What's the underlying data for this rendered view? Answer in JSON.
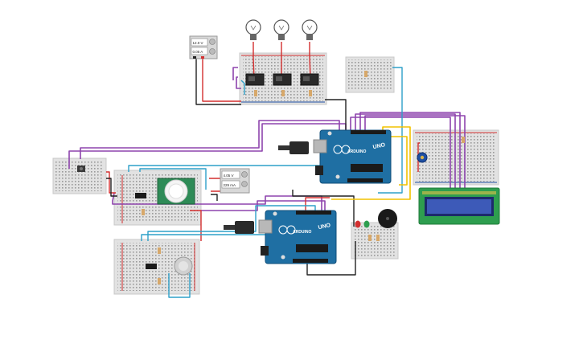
{
  "power_supply_top": {
    "voltage": "12.0 V",
    "current": "0.05 A"
  },
  "power_supply_mid": {
    "voltage": "4.05 V",
    "current": "229 mA"
  },
  "arduino_top": {
    "brand": "ARDUINO",
    "model": "UNO"
  },
  "arduino_bottom": {
    "brand": "ARDUINO",
    "model": "UNO"
  },
  "colors": {
    "wire_purple": "#8e44ad",
    "wire_red": "#d32f2f",
    "wire_black": "#222222",
    "wire_blue": "#2ea0c9",
    "wire_yellow": "#f2c200",
    "arduino_blue": "#1f6fa3",
    "lcd_green": "#2e9e4f",
    "lcd_screen": "#3d5ab8",
    "breadboard": "#e6e6e6"
  },
  "icons": [
    "bulb-icon",
    "relay-icon",
    "pir-sensor-icon",
    "buzzer-icon",
    "led-icon",
    "potentiometer-icon",
    "push-button-icon",
    "usb-plug-icon",
    "gas-sensor-icon"
  ]
}
